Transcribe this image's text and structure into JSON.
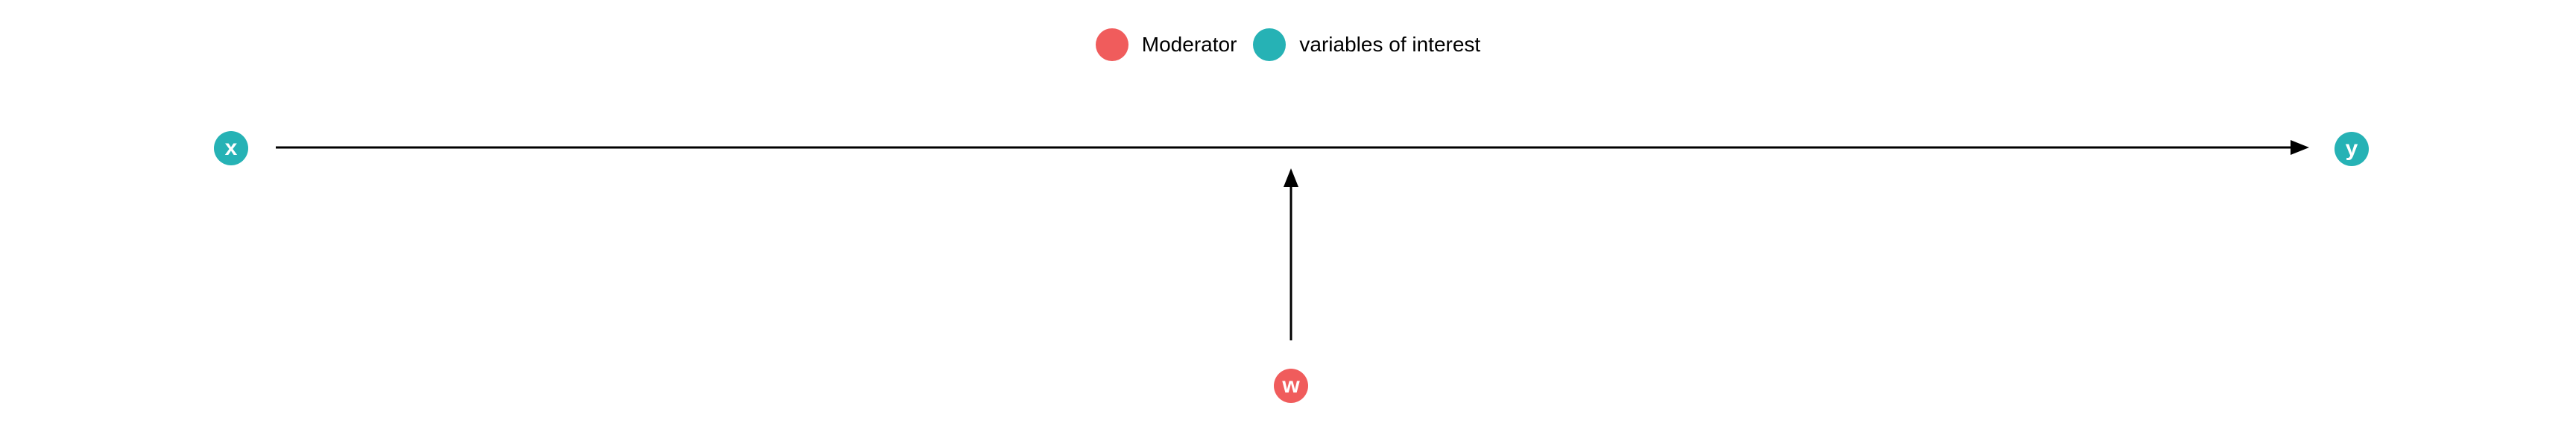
{
  "diagram": {
    "background_color": "#ffffff",
    "edge_color": "#000000",
    "legend": {
      "items": [
        {
          "label": "Moderator",
          "color": "#f05c5c"
        },
        {
          "label": "variables of interest",
          "color": "#26b2b5"
        }
      ]
    },
    "nodes": [
      {
        "id": "x",
        "label": "x",
        "color": "#26b2b5",
        "role": "variable of interest"
      },
      {
        "id": "y",
        "label": "y",
        "color": "#26b2b5",
        "role": "variable of interest"
      },
      {
        "id": "w",
        "label": "w",
        "color": "#f05c5c",
        "role": "moderator"
      }
    ],
    "edges": [
      {
        "from": "x",
        "to": "y",
        "style": "arrow"
      },
      {
        "from": "w",
        "to": "x-y-path",
        "style": "arrow"
      }
    ]
  }
}
